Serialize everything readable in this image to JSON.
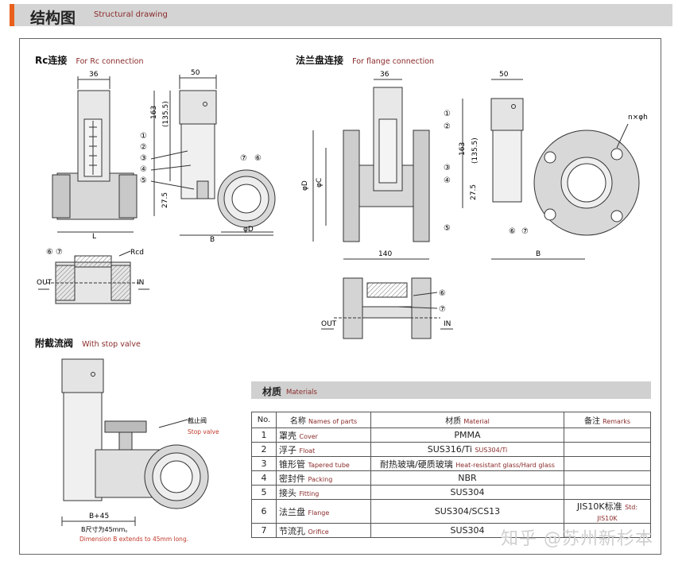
{
  "header": {
    "title_zh": "结构图",
    "title_en": "Structural drawing"
  },
  "sections": {
    "rc": {
      "title_zh": "Rc连接",
      "title_en": "For Rc connection"
    },
    "flange": {
      "title_zh": "法兰盘连接",
      "title_en": "For flange connection"
    },
    "stop": {
      "title_zh": "附截流阀",
      "title_en": "With stop valve"
    }
  },
  "dims": {
    "d36": "36",
    "d50": "50",
    "d163": "163",
    "d135": "(135.5)",
    "d27": "27.5",
    "B": "B",
    "L": "L",
    "phiD": "φD",
    "phiC": "φC",
    "d140": "140",
    "nh": "n×φh",
    "Rcd": "Rcd",
    "OUT": "OUT",
    "IN": "IN",
    "B45": "B+45",
    "n1": "①",
    "n2": "②",
    "n3": "③",
    "n4": "④",
    "n5": "⑤",
    "n6": "⑥",
    "n7": "⑦"
  },
  "stop_valve": {
    "label_zh": "截止阀",
    "label_en": "Stop valve",
    "note_zh": "B尺寸为45mm。",
    "note_en": "Dimension B extends to 45mm long."
  },
  "materials": {
    "title_zh": "材质",
    "title_en": "Materials",
    "headers": {
      "no": "No.",
      "name_zh": "名称",
      "name_en": "Names of parts",
      "mat_zh": "材质",
      "mat_en": "Material",
      "rem_zh": "备注",
      "rem_en": "Remarks"
    },
    "rows": [
      {
        "no": "1",
        "name_zh": "罩壳",
        "name_en": "Cover",
        "material": "PMMA",
        "material_en": "",
        "remark": "",
        "remark_en": ""
      },
      {
        "no": "2",
        "name_zh": "浮子",
        "name_en": "Float",
        "material": "SUS316/Ti",
        "material_en": "SUS304/Ti",
        "remark": "",
        "remark_en": ""
      },
      {
        "no": "3",
        "name_zh": "锥形管",
        "name_en": "Tapered tube",
        "material": "耐热玻璃/硬质玻璃",
        "material_en": "Heat-resistant glass/Hard glass",
        "remark": "",
        "remark_en": ""
      },
      {
        "no": "4",
        "name_zh": "密封件",
        "name_en": "Packing",
        "material": "NBR",
        "material_en": "",
        "remark": "",
        "remark_en": ""
      },
      {
        "no": "5",
        "name_zh": "接头",
        "name_en": "Fitting",
        "material": "SUS304",
        "material_en": "",
        "remark": "",
        "remark_en": ""
      },
      {
        "no": "6",
        "name_zh": "法兰盘",
        "name_en": "Flange",
        "material": "SUS304/SCS13",
        "material_en": "",
        "remark": "JIS10K标准",
        "remark_en": "Std: JIS10K"
      },
      {
        "no": "7",
        "name_zh": "节流孔",
        "name_en": "Orifice",
        "material": "SUS304",
        "material_en": "",
        "remark": "",
        "remark_en": ""
      }
    ]
  },
  "watermark": "知乎 @苏州新杉本",
  "colors": {
    "accent": "#e8601c",
    "header_bg": "#d4d4d4",
    "english_label": "#8a2a2a"
  }
}
